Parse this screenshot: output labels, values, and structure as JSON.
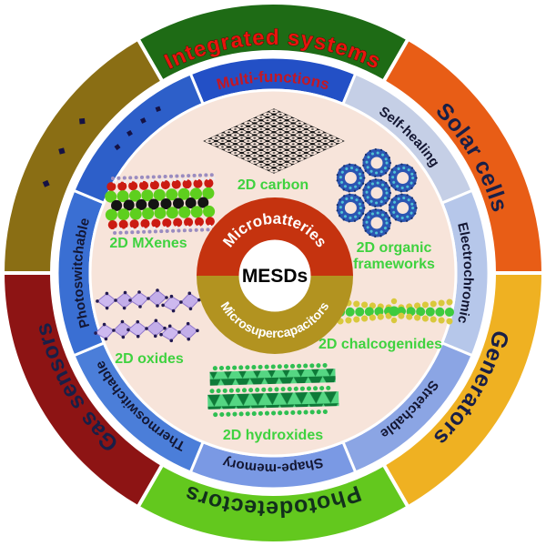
{
  "outer_ring": {
    "segments": [
      {
        "label": "Integrated systems",
        "color": "#1e6b15",
        "label_color": "#e8150e"
      },
      {
        "label": "Solar cells",
        "color": "#e85d16",
        "label_color": "#181f47"
      },
      {
        "label": "Generators",
        "color": "#efb122",
        "label_color": "#181f47"
      },
      {
        "label": "Photodetectors",
        "color": "#63c81e",
        "label_color": "#12301c"
      },
      {
        "label": "Gas sensors",
        "color": "#8d1414",
        "label_color": "#181f47"
      },
      {
        "label": "···",
        "color": "#8a6e14",
        "label_color": "#151244"
      }
    ]
  },
  "function_ring": {
    "segments": [
      {
        "label": "Multi-functions",
        "color": "#2350c6",
        "label_color": "#c41724"
      },
      {
        "label": "Self-healing",
        "color": "#c5cfe6",
        "label_color": "#131632"
      },
      {
        "label": "Electrochromic",
        "color": "#b6c7ea",
        "label_color": "#131632"
      },
      {
        "label": "Stretchable",
        "color": "#8ba5e4",
        "label_color": "#131632"
      },
      {
        "label": "Shape-memory",
        "color": "#7a99e4",
        "label_color": "#131632"
      },
      {
        "label": "Thermoswitchable",
        "color": "#4b7ed9",
        "label_color": "#131632"
      },
      {
        "label": "Photoswitchable",
        "color": "#3a6fd3",
        "label_color": "#131632"
      },
      {
        "label": "····",
        "color": "#2d5fc9",
        "label_color": "#151244"
      }
    ]
  },
  "core": {
    "center_label": "MESDs",
    "center_color": "#ffffff",
    "center_label_color": "#000000",
    "arc_label_color": "#ffffff",
    "top_half": {
      "label": "Microbatteries",
      "color": "#c5330f"
    },
    "bottom_half": {
      "label": "Microsupercapacitors",
      "color": "#b29320"
    }
  },
  "materials": {
    "label_color": "#3fd23f",
    "items": [
      {
        "name": "2D carbon",
        "lines": [
          "2D carbon"
        ]
      },
      {
        "name": "2D organic frameworks",
        "lines": [
          "2D organic",
          "frameworks"
        ]
      },
      {
        "name": "2D MXenes",
        "lines": [
          "2D MXenes"
        ]
      },
      {
        "name": "2D oxides",
        "lines": [
          "2D oxides"
        ]
      },
      {
        "name": "2D chalcogenides",
        "lines": [
          "2D chalcogenides"
        ]
      },
      {
        "name": "2D hydroxides",
        "lines": [
          "2D hydroxides"
        ]
      }
    ]
  },
  "inner_disc_color": "#f7e4da"
}
